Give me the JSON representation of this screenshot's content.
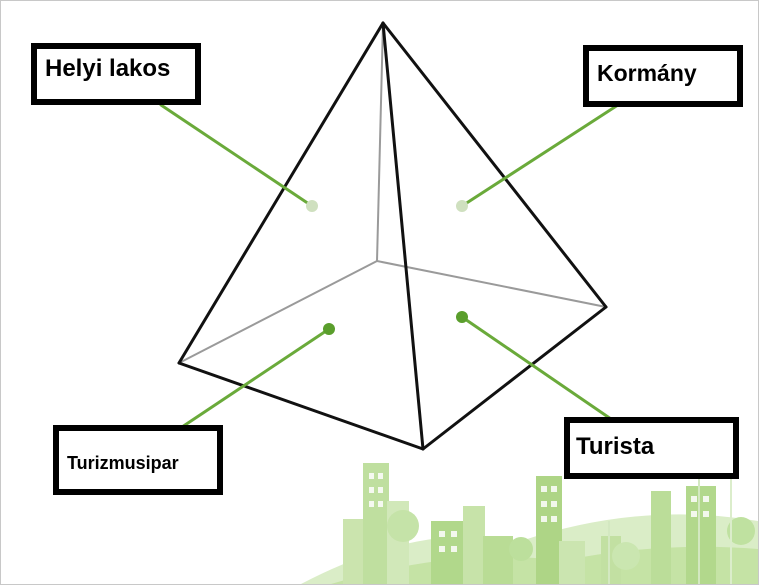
{
  "labels": {
    "local_resident": "Helyi lakos",
    "government": "Kormány",
    "tourism_industry": "Turizmusipar",
    "tourist": "Turista"
  },
  "colors": {
    "connector_line": "#6aaa3a",
    "connector_dot_light": "#cfe0bf",
    "connector_dot_dark": "#5a9e2c",
    "pyramid_edge": "#111111",
    "pyramid_hidden_edge": "#9a9a9a",
    "city_green": "#9ccf6a",
    "label_border": "#000000"
  },
  "icons": {
    "pyramid": "pyramid-wireframe",
    "background": "green-city-skyline"
  }
}
